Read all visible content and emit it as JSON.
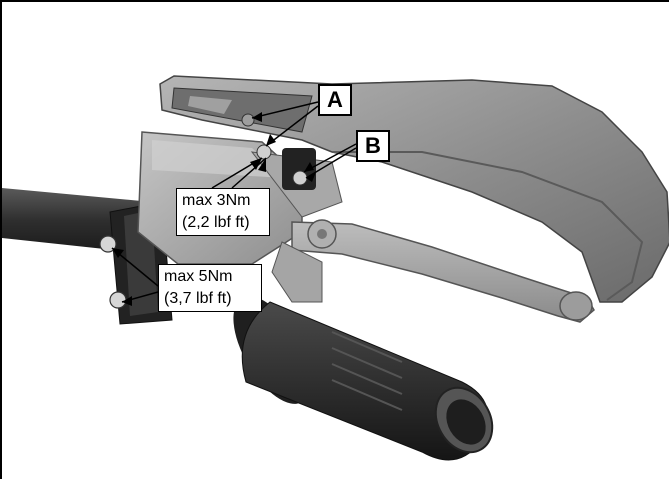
{
  "callouts": {
    "a": {
      "letter": "A"
    },
    "b": {
      "letter": "B"
    }
  },
  "torque_upper": {
    "line1": "max 3Nm",
    "line2": "(2,2 lbf ft)"
  },
  "torque_lower": {
    "line1": "max 5Nm",
    "line2": "(3,7 lbf ft)"
  },
  "colors": {
    "frame": "#000000",
    "handguard": "#8c8c8c",
    "lever": "#9a9a9a",
    "grip": "#2b2b2b",
    "bar": "#3a3a3a"
  }
}
